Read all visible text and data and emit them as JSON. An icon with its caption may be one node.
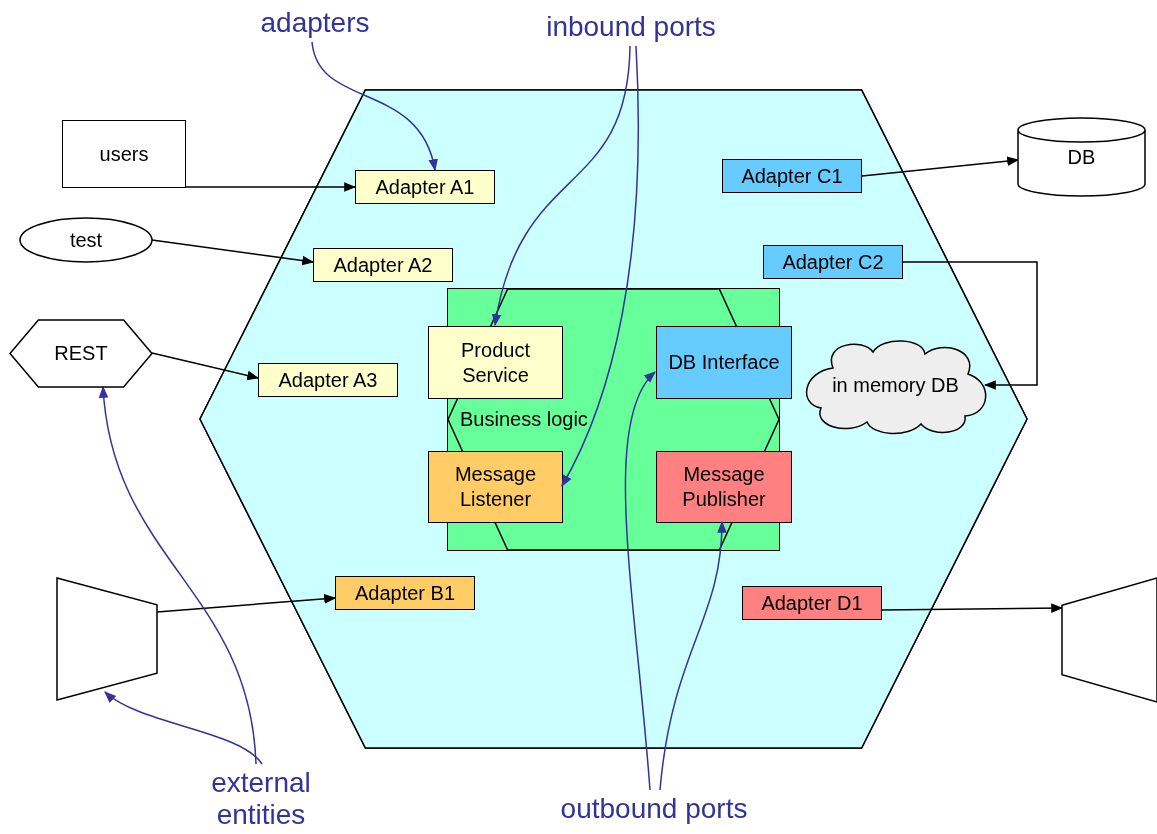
{
  "diagram": {
    "nodes": [
      {
        "text": [],
        "shape": "hexagon"
      },
      {
        "text": [
          "users"
        ]
      },
      {
        "text": [
          "Adapter A1"
        ],
        "in": 0
      },
      {
        "text": [
          "test"
        ]
      },
      {
        "text": [
          "Adapter A2"
        ],
        "in": 0
      },
      {
        "text": [
          "Adapter C1"
        ],
        "in": 0
      },
      {
        "text": [
          "DB"
        ]
      },
      {
        "text": [
          "Adapter C2"
        ],
        "in": 0
      },
      {
        "text": [
          "Business logic"
        ],
        "in": 0
      },
      {
        "text": [
          "Product Service"
        ],
        "in": 8
      },
      {
        "text": [
          "DB Interface"
        ],
        "in": 8
      },
      {
        "text": [
          "REST"
        ]
      },
      {
        "text": [
          "Adapter A3"
        ],
        "in": 0
      },
      {
        "text": [
          "in memory DB"
        ],
        "in": 0
      },
      {
        "text": [
          "Message Listener"
        ],
        "in": 8
      },
      {
        "text": [
          "Message Publisher"
        ],
        "in": 8
      },
      {
        "text": [],
        "shape": "trapezoid"
      },
      {
        "text": [
          "Adapter B1"
        ],
        "in": 0
      },
      {
        "text": [
          "Adapter D1"
        ],
        "in": 0
      },
      {
        "text": [],
        "shape": "trapezoid"
      },
      {
        "text": [
          "adapters"
        ]
      },
      {
        "text": [
          "inbound ports"
        ]
      },
      {
        "text": [
          "external entities"
        ]
      },
      {
        "text": [
          "outbound ports"
        ]
      }
    ],
    "edges": [
      {
        "from": 1,
        "to": 2,
        "arrow": "to"
      },
      {
        "from": 3,
        "to": 4,
        "arrow": "to"
      },
      {
        "from": 11,
        "to": 12,
        "arrow": "to"
      },
      {
        "from": 16,
        "to": 17,
        "arrow": "to"
      },
      {
        "from": 5,
        "to": 6,
        "arrow": "to"
      },
      {
        "from": 7,
        "to": 13,
        "arrow": "to"
      },
      {
        "from": 18,
        "to": 19,
        "arrow": "to"
      },
      {
        "from": 20,
        "to": 2,
        "arrow": "to",
        "color": "#333399"
      },
      {
        "from": 21,
        "to": 9,
        "arrow": "to",
        "color": "#333399"
      },
      {
        "from": 21,
        "to": 14,
        "arrow": "to",
        "color": "#333399"
      },
      {
        "from": 22,
        "to": 11,
        "arrow": "to",
        "color": "#333399"
      },
      {
        "from": 22,
        "to": 16,
        "arrow": "to",
        "color": "#333399"
      },
      {
        "from": 23,
        "to": 10,
        "arrow": "to",
        "color": "#333399"
      },
      {
        "from": 23,
        "to": 15,
        "arrow": "to",
        "color": "#333399"
      }
    ]
  }
}
